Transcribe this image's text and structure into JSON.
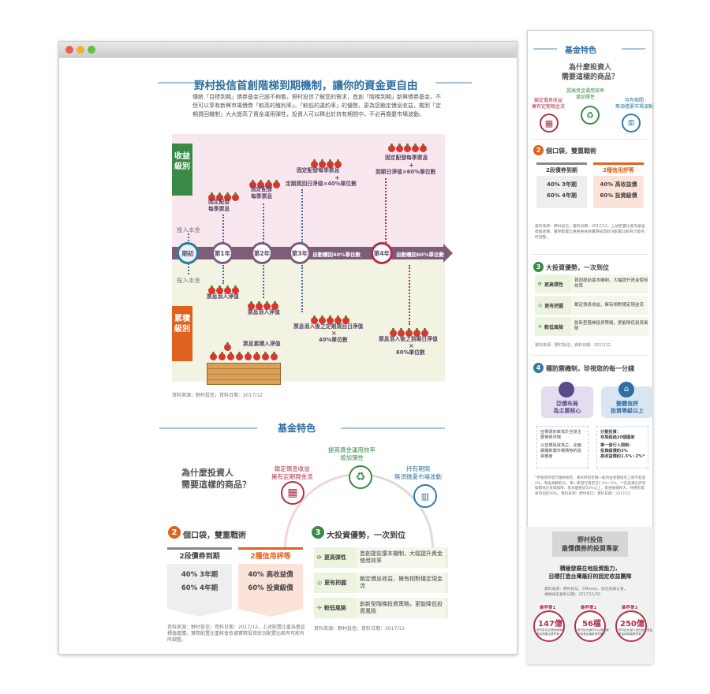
{
  "colors": {
    "title_blue": "#2f6fa3",
    "purple": "#7e5d7a",
    "red": "#b0324a",
    "green": "#3a8a46",
    "orange": "#e1621e",
    "navy": "#34799e"
  },
  "main": {
    "title": "野村投信首創階梯到期機制，讓你的資金更自由",
    "intro": "傳統「目標到期」債券基金已經不夠看，野村投信了解您的需求，首創「階梯到期」新興債券基金，不但可以享有新興市場債券「較高的殖利率」、「較低的違約率」的優勢，更為您鎖定債息收益，獨到「定期買回機制」大大提高了資金運用彈性，投資人可以釋出於持有期間中，不必再擔憂市場波動。",
    "chart": {
      "top_label": "收益級別",
      "bottom_label": "累積級別",
      "invest_top": "投入本金",
      "invest_bottom": "投入本金",
      "stages": [
        "期初",
        "第1年",
        "第2年",
        "第3年",
        "第4年"
      ],
      "auto3": "自動贖回40%單位數",
      "auto4": "自動贖回60%單位數",
      "top_notes": {
        "n1": "固定配發\n每季票息",
        "n2": "固定配發\n每季票息",
        "n3a": "固定配發每季票息",
        "n3b": "定期買回日淨值×40%單位數",
        "n4a": "固定配發每季票息",
        "n4b": "到期日淨值×60%單位數"
      },
      "bot_notes": {
        "n1": "票息滾入淨值",
        "n2": "票息滾入淨值",
        "n3a": "票息滾入後之定期買回日淨值",
        "n3b": "40%單位數",
        "n4a": "票息滾入後之到期日淨值",
        "n4b": "60%單位數",
        "box": "票息累積入淨值"
      },
      "source": "資料來源：野村投信；資料日期：2017/12"
    },
    "features": {
      "title": "基金特色",
      "question": "為什麼投資人\n需要這樣的商品？",
      "f1": "鎖定債息收益\n擁有定期現金流",
      "f2": "提高資金運用效率\n增加彈性",
      "f3": "持有期間\n無須擔憂市場波動"
    },
    "s2": {
      "num": "2",
      "title": "個口袋，雙重戰術",
      "card1_head": "2段債券到期",
      "card1_l1": "40% 3年期",
      "card1_l2": "60% 4年期",
      "card2_head": "2種信用評等",
      "card2_l1": "40% 高收益債",
      "card2_l2": "60% 投資級債",
      "source": "資料來源：野村投信；資料日期：2017/12。上述配置比重為基金標值產體，實際配置比重將會依據實際投資狀況配置比較有可能有所調整。"
    },
    "s3": {
      "num": "3",
      "title": "大投資優勢，一次到位",
      "items": [
        {
          "label": "更高彈性",
          "text": "首創提前還本機制，大幅提升資金使用效率"
        },
        {
          "label": "更有把握",
          "text": "鎖定債息收益，擁有相對穩定現金流"
        },
        {
          "label": "較低風險",
          "text": "創新型階梯投資策略，更能降低投資風險"
        }
      ],
      "source": "資料來源：野村投信；資料日期：2017/12"
    }
  },
  "panel": {
    "title": "基金特色",
    "question": "為什麼投資人\n需要這樣的商品？",
    "f1": "鎖定債息收益\n擁有定期現金流",
    "f2": "提高資金運用效率\n增加彈性",
    "f3": "持有期間\n無須擔憂市場波動",
    "s2_num": "2",
    "s2_title": "個口袋，雙重戰術",
    "card1_head": "2段債券到期",
    "card1_l1": "40% 3年期",
    "card1_l2": "60% 4年期",
    "card2_head": "2種信用評等",
    "card2_l1": "40% 高收益債",
    "card2_l2": "60% 投資級債",
    "s2_source": "資料來源：野村投信；資料日期：2017/12。上述配置比重為基金標值產體，實際配置比重將會依據實際投資狀況配置比較有可能有所調整。",
    "s3_num": "3",
    "s3_title": "大投資優勢，一次到位",
    "s3_items": [
      {
        "label": "更高彈性",
        "text": "首創提前還本機制，大幅提升資金使用效率"
      },
      {
        "label": "更有把握",
        "text": "鎖定債息收益，擁有相對穩定現金流"
      },
      {
        "label": "較低風險",
        "text": "創新型階梯投資策略，更能降低投資風險"
      }
    ],
    "s3_source": "資料來源：野村投信；資料日期：2017/12",
    "s4_num": "4",
    "s4_title": "種防禦機制，珍視您的每一分錢",
    "s4_b1": "亞債布局\n為主要核心",
    "s4_b2": "整體信評\n投資等級以上",
    "s4_t1a": "亞債違約率低於全球主要債券市場",
    "s4_t1b": "以亞債投資為主，全面網羅新興市場債券的投資機會",
    "s4_t2a": "分散投資：\n布局超過10個國家",
    "s4_t2b": "單一發行人限制：\n投資級債約3%\n高收益債約1.5%~2%*",
    "s4_note": "*參閱證券發行價格規定，單本原則定價一般利益者都接近上限不超過2%，舉金規模較大，單一家發行值定在1.5%~2%。**在投資信評等級都低於投資級時，基本面要從50%以上，基金規模較大，持債有需要有則的50%。資料來源：野村投信；資料日期：2017/12",
    "expert_title": "野村投信\n最懂債券的投資專家",
    "expert_sub": "積極發展在地投資能力，\n目標打造台灣最好的固定收益團隊",
    "expert_src": "資料來源：野村投信、CMoney、投信投顧公會，\n規模排名資料日期：2017/11/30",
    "stats": [
      {
        "tag": "業界第1",
        "num": "147億",
        "text": "野村投信目標到期債券\n基金規模全業界第一"
      },
      {
        "tag": "業界第1",
        "num": "56檔",
        "text": "野村投信操作中目標到期\n債券基金檔數業界第一"
      },
      {
        "tag": "業界第3",
        "num": "250億",
        "text": "野村投信發行過的固定收益\n基金總規模業界第三"
      }
    ]
  }
}
